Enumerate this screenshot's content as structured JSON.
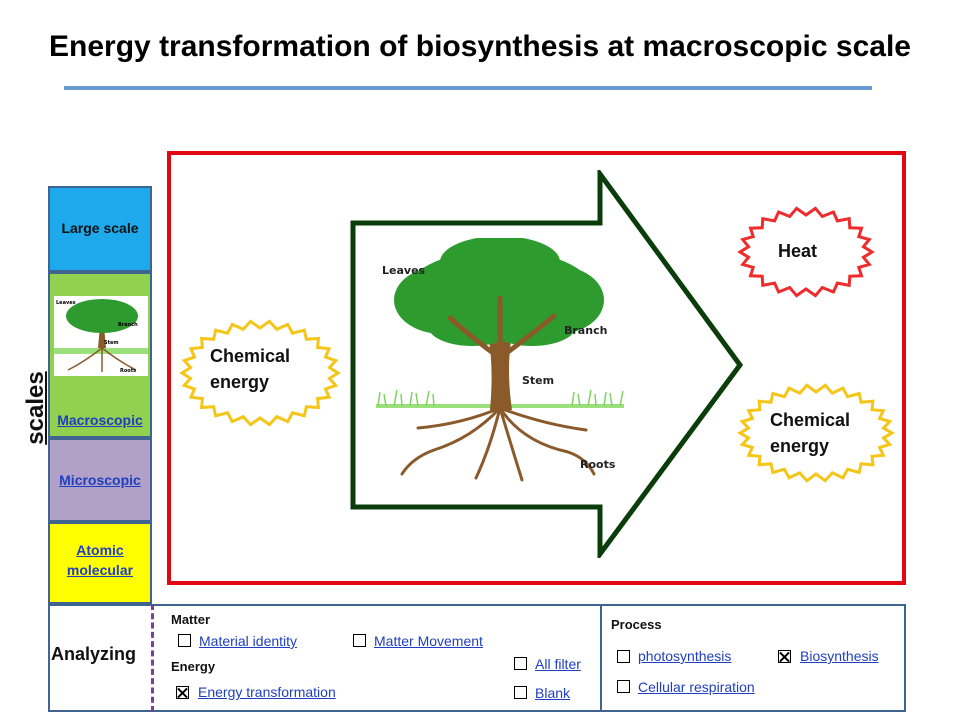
{
  "title": "Energy transformation of biosynthesis at macroscopic scale",
  "scales": {
    "axis_label": "scales",
    "large": "Large scale",
    "macroscopic": "Macroscopic",
    "microscopic": "Microscopic",
    "atomic": "Atomic molecular",
    "thumbnail_labels": {
      "leaves": "Leaves",
      "branch": "Branch",
      "stem": "Stem",
      "roots": "Roots"
    }
  },
  "diagram": {
    "input_energy": "Chemical energy",
    "output_heat": "Heat",
    "output_energy": "Chemical energy",
    "tree_labels": {
      "leaves": "Leaves",
      "branch": "Branch",
      "stem": "Stem",
      "roots": "Roots"
    }
  },
  "analyzing": {
    "label": "Analyzing",
    "matter_heading": "Matter",
    "energy_heading": "Energy",
    "process_heading": "Process",
    "options": {
      "material_identity": {
        "label": "Material identity",
        "checked": false
      },
      "matter_movement": {
        "label": "Matter Movement",
        "checked": false
      },
      "energy_transformation": {
        "label": "Energy transformation",
        "checked": true
      },
      "all_filter": {
        "label": "All filter",
        "checked": false
      },
      "blank": {
        "label": "Blank",
        "checked": false
      },
      "photosynthesis": {
        "label": "photosynthesis",
        "checked": false
      },
      "biosynthesis": {
        "label": "Biosynthesis",
        "checked": true
      },
      "cellular_respiration": {
        "label": "Cellular respiration",
        "checked": false
      }
    }
  },
  "colors": {
    "frame_red": "#e30613",
    "large_scale": "#1ea9ec",
    "macroscopic": "#92d050",
    "microscopic": "#b1a0c7",
    "atomic": "#ffff00",
    "arrow_outline": "#0b3d0b",
    "burst_gold": "#f5c518",
    "burst_red": "#ef2b2b"
  }
}
